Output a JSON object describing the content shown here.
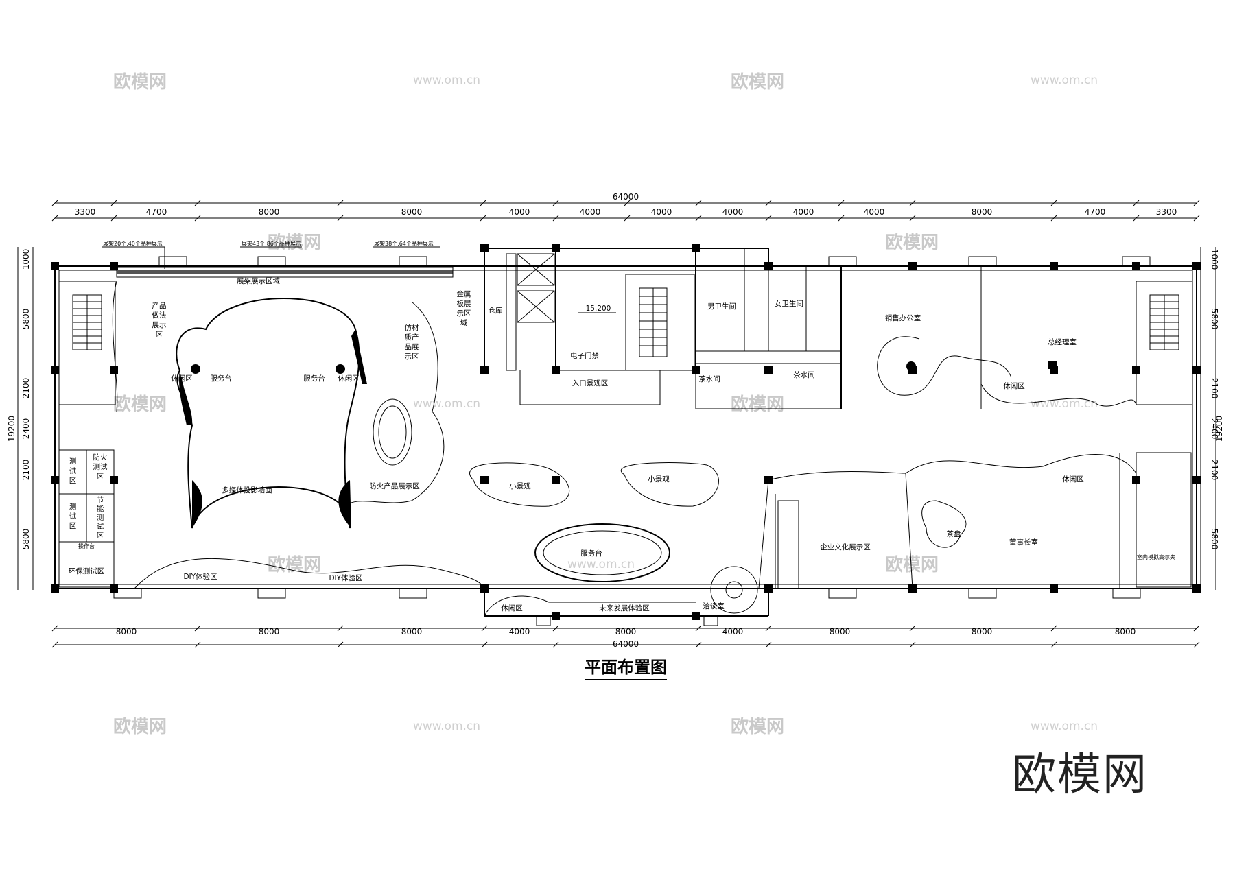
{
  "title": "平面布置图",
  "brand": "欧模网",
  "watermark": {
    "name": "欧模网",
    "url": "www.om.cn"
  },
  "overall_width": "64000",
  "overall_height": "19200",
  "top_dims": [
    "3300",
    "4700",
    "8000",
    "8000",
    "4000",
    "4000",
    "4000",
    "4000",
    "4000",
    "4000",
    "8000",
    "4700",
    "3300"
  ],
  "bottom_dims": [
    "8000",
    "8000",
    "8000",
    "4000",
    "8000",
    "4000",
    "8000",
    "8000",
    "8000"
  ],
  "left_dims": [
    "1000",
    "5800",
    "2100",
    "2400",
    "2100",
    "5800"
  ],
  "right_dims": [
    "1000",
    "5800",
    "2100",
    "2400",
    "2100",
    "5800"
  ],
  "shelf_notes": [
    "展架20个,40个品种展示",
    "展架43个,86个品种展示",
    "展架38个,64个品种展示"
  ],
  "elevation": "15.200",
  "rooms": {
    "shelf_area": "展架展示区域",
    "product_method": [
      "产品",
      "做法",
      "展示",
      "区"
    ],
    "metal_board": [
      "金属",
      "板展",
      "示区",
      "域"
    ],
    "warehouse": "仓库",
    "imitation": [
      "仿材",
      "质产",
      "品展",
      "示区"
    ],
    "rest1": "休闲区",
    "service1": "服务台",
    "service2": "服务台",
    "rest2": "休闲区",
    "media_wall": "多媒体投影墙面",
    "fire_products": "防火产品展示区",
    "test1": [
      "测",
      "试",
      "区"
    ],
    "fire_test": [
      "防火",
      "测试",
      "区"
    ],
    "test2": [
      "测",
      "试",
      "区"
    ],
    "energy_test": [
      "节",
      "能",
      "测",
      "试",
      "区"
    ],
    "operation": "操作台",
    "env_test": "环保测试区",
    "diy1": "DIY体验区",
    "diy2": "DIY体验区",
    "e_gate": "电子门禁",
    "entry_landscape": "入口景观区",
    "small_landscape1": "小景观",
    "small_landscape2": "小景观",
    "service_center": "服务台",
    "mens_wc": "男卫生间",
    "womens_wc": "女卫生间",
    "tea_room1": "茶水间",
    "tea_room2": "茶水间",
    "sales_office": "销售办公室",
    "gm_office": "总经理室",
    "rest3": "休闲区",
    "rest4": "休闲区",
    "rest5": "休闲区",
    "tea_tray": "茶盘",
    "chairman": "董事长室",
    "culture": "企业文化展示区",
    "golf": "室内模拟高尔夫",
    "future": "未来发展体验区",
    "negotiation": "洽谈室"
  }
}
